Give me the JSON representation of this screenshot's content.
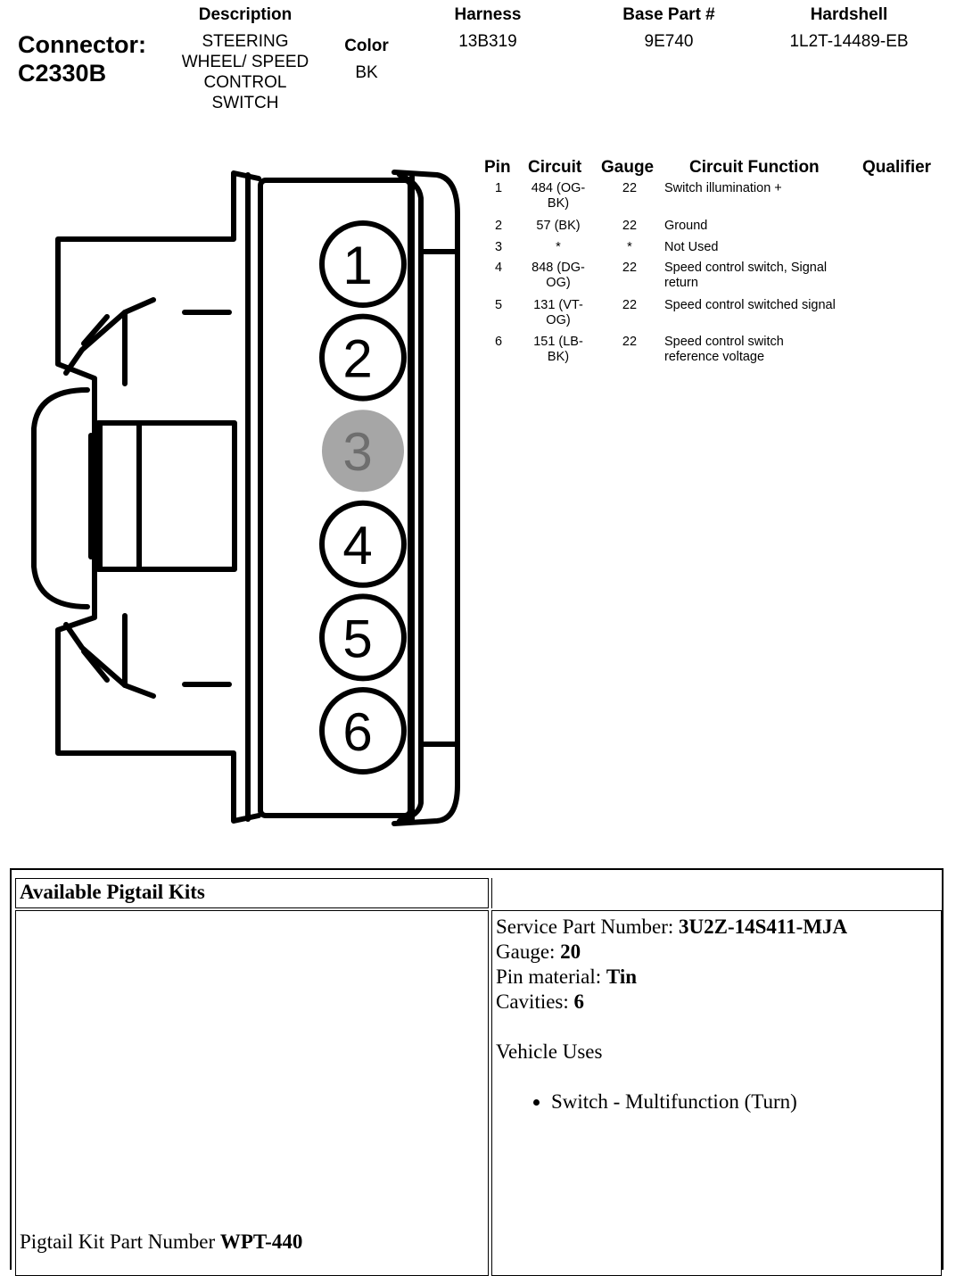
{
  "header": {
    "connector_label": "Connector:",
    "connector_id": "C2330B",
    "description_label": "Description",
    "description_value": [
      "STEERING",
      "WHEEL/ SPEED",
      "CONTROL",
      "SWITCH"
    ],
    "color_label": "Color",
    "color_value": "BK",
    "harness_label": "Harness",
    "harness_value": "13B319",
    "base_part_label": "Base Part #",
    "base_part_value": "9E740",
    "hardshell_label": "Hardshell",
    "hardshell_value": "1L2T-14489-EB"
  },
  "pin_table": {
    "headers": {
      "pin": "Pin",
      "circuit": "Circuit",
      "gauge": "Gauge",
      "function": "Circuit Function",
      "qualifier": "Qualifier"
    },
    "rows": [
      {
        "pin": "1",
        "circuit": [
          "484 (OG-",
          "BK)"
        ],
        "gauge": "22",
        "function": [
          "Switch illumination +"
        ]
      },
      {
        "pin": "2",
        "circuit": [
          "57 (BK)"
        ],
        "gauge": "22",
        "function": [
          "Ground"
        ]
      },
      {
        "pin": "3",
        "circuit": [
          "*"
        ],
        "gauge": "*",
        "function": [
          "Not Used"
        ]
      },
      {
        "pin": "4",
        "circuit": [
          "848 (DG-",
          "OG)"
        ],
        "gauge": "22",
        "function": [
          "Speed control switch, Signal",
          "return"
        ]
      },
      {
        "pin": "5",
        "circuit": [
          "131 (VT-",
          "OG)"
        ],
        "gauge": "22",
        "function": [
          "Speed control switched signal"
        ]
      },
      {
        "pin": "6",
        "circuit": [
          "151 (LB-",
          "BK)"
        ],
        "gauge": "22",
        "function": [
          "Speed control switch",
          "reference voltage"
        ]
      }
    ]
  },
  "connector_diagram": {
    "pins": [
      "1",
      "2",
      "3",
      "4",
      "5",
      "6"
    ],
    "unused_pin": "3",
    "colors": {
      "outline": "#000000",
      "unused_fill": "#a6a6a6",
      "unused_text": "#6e6e6e"
    }
  },
  "pigtail": {
    "section_title": "Available Pigtail Kits",
    "kit_part_label": "Pigtail Kit Part Number ",
    "kit_part_value": "WPT-440",
    "service_part_label": "Service Part Number: ",
    "service_part_value": "3U2Z-14S411-MJA",
    "gauge_label": "Gauge: ",
    "gauge_value": "20",
    "pin_material_label": "Pin material: ",
    "pin_material_value": "Tin",
    "cavities_label": "Cavities: ",
    "cavities_value": "6",
    "vehicle_uses_label": "Vehicle Uses",
    "vehicle_uses": [
      "Switch - Multifunction (Turn)"
    ]
  }
}
